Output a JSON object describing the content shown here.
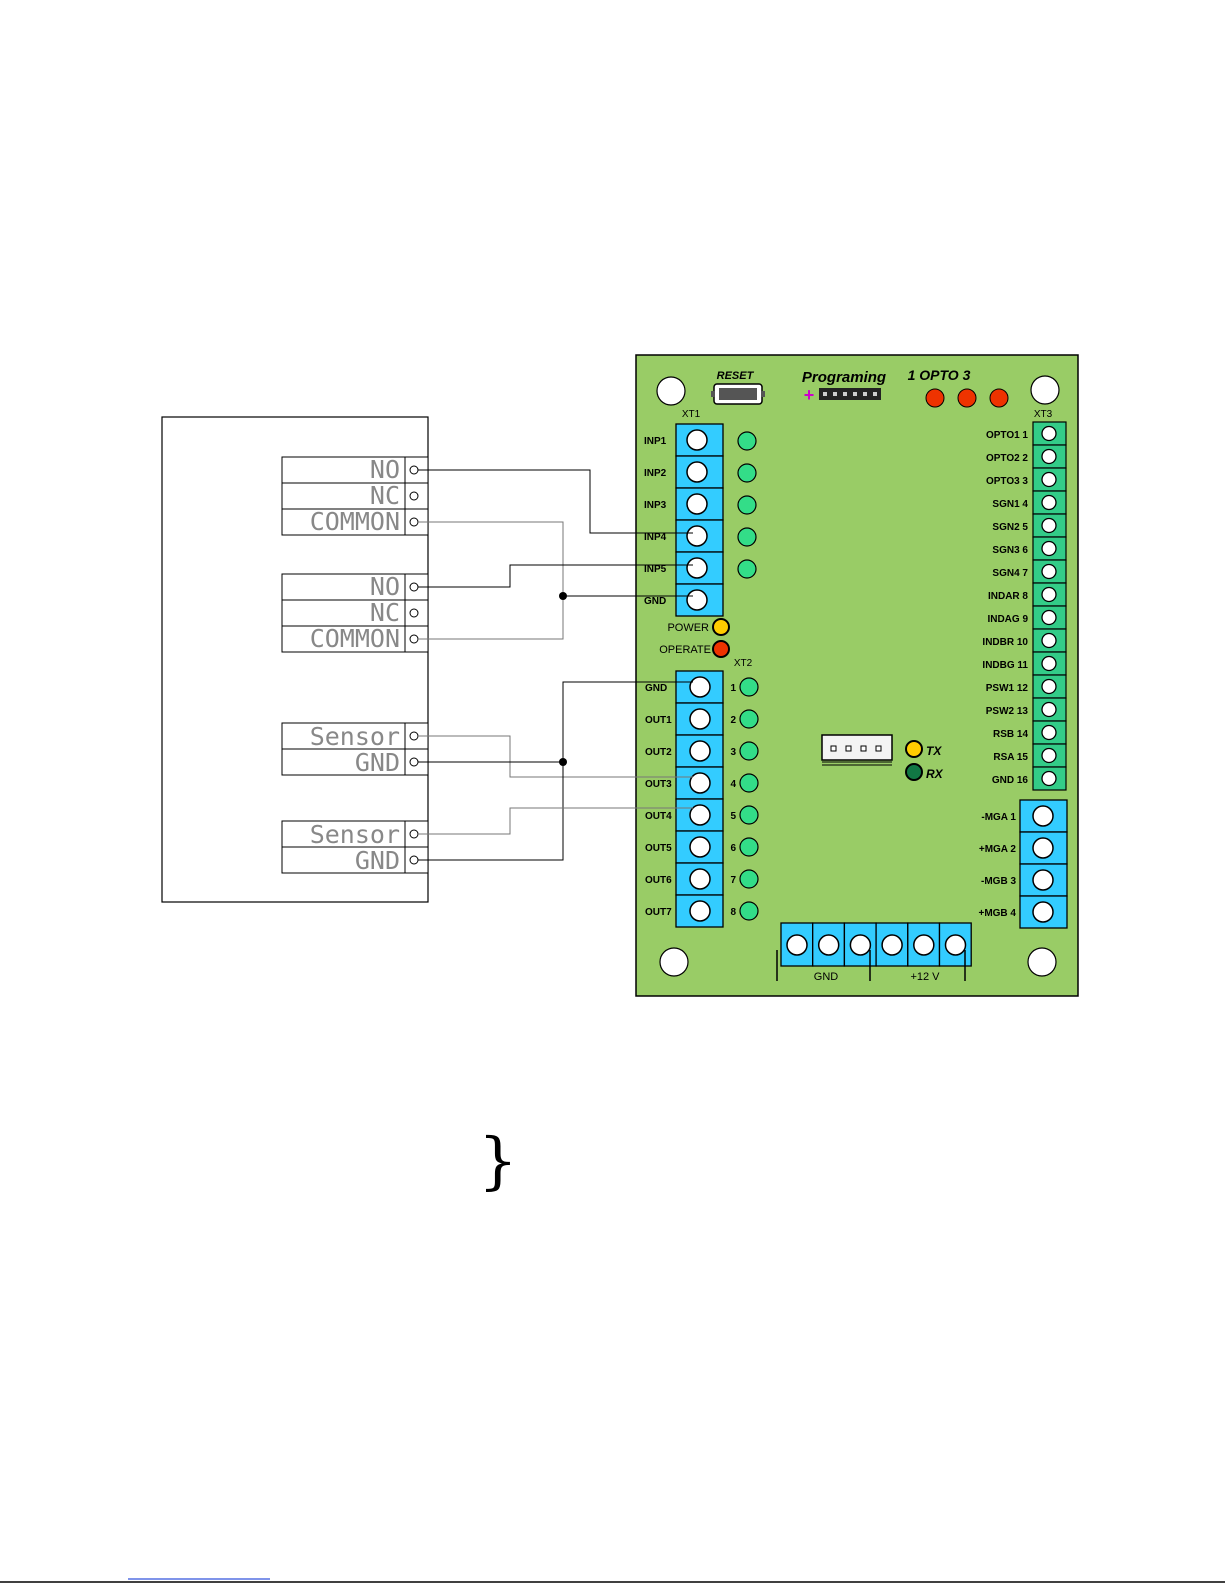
{
  "board": {
    "reset_label": "RESET",
    "programming_label": "Programing",
    "programming_plus": "+",
    "opto_header": "1  OPTO  3",
    "xt1_label": "XT1",
    "xt2_label": "XT2",
    "xt3_label": "XT3",
    "power_label": "POWER",
    "operate_label": "OPERATE",
    "tx_label": "TX",
    "rx_label": "RX",
    "xt1_pins": [
      "INP1",
      "INP2",
      "INP3",
      "INP4",
      "INP5",
      "GND"
    ],
    "xt2_pins": [
      "GND",
      "OUT1",
      "OUT2",
      "OUT3",
      "OUT4",
      "OUT5",
      "OUT6",
      "OUT7"
    ],
    "xt2_led_numbers": [
      "1",
      "2",
      "3",
      "4",
      "5",
      "6",
      "7",
      "8"
    ],
    "xt3_pins": [
      "OPTO1  1",
      "OPTO2  2",
      "OPTO3 3",
      "SGN1 4",
      "SGN2 5",
      "SGN3 6",
      "SGN4 7",
      "INDAR 8",
      "INDAG 9",
      "INDBR 10",
      "INDBG 11",
      "PSW1 12",
      "PSW2 13",
      "RSB 14",
      "RSA 15",
      "GND 16"
    ],
    "motor_pins": [
      "-MGA  1",
      "+MGA  2",
      "-MGB  3",
      "+MGB  4"
    ],
    "power_block_gnd": "GND",
    "power_block_12v": "+12 V"
  },
  "device": {
    "relay1": [
      "NO",
      "NC",
      "COMMON"
    ],
    "relay2": [
      "NO",
      "NC",
      "COMMON"
    ],
    "sensor1": [
      "Sensor",
      "GND"
    ],
    "sensor2": [
      "Sensor",
      "GND"
    ]
  },
  "footer": {
    "brace": "}"
  },
  "colors": {
    "board": "#99cc66",
    "terminal": "#33ccff",
    "xt3_terminal": "#33cc88",
    "led_green": "#33dd88",
    "led_red": "#ee3300",
    "led_yellow": "#ffcc00",
    "led_dark_green": "#117744",
    "plus": "#cc00cc"
  }
}
